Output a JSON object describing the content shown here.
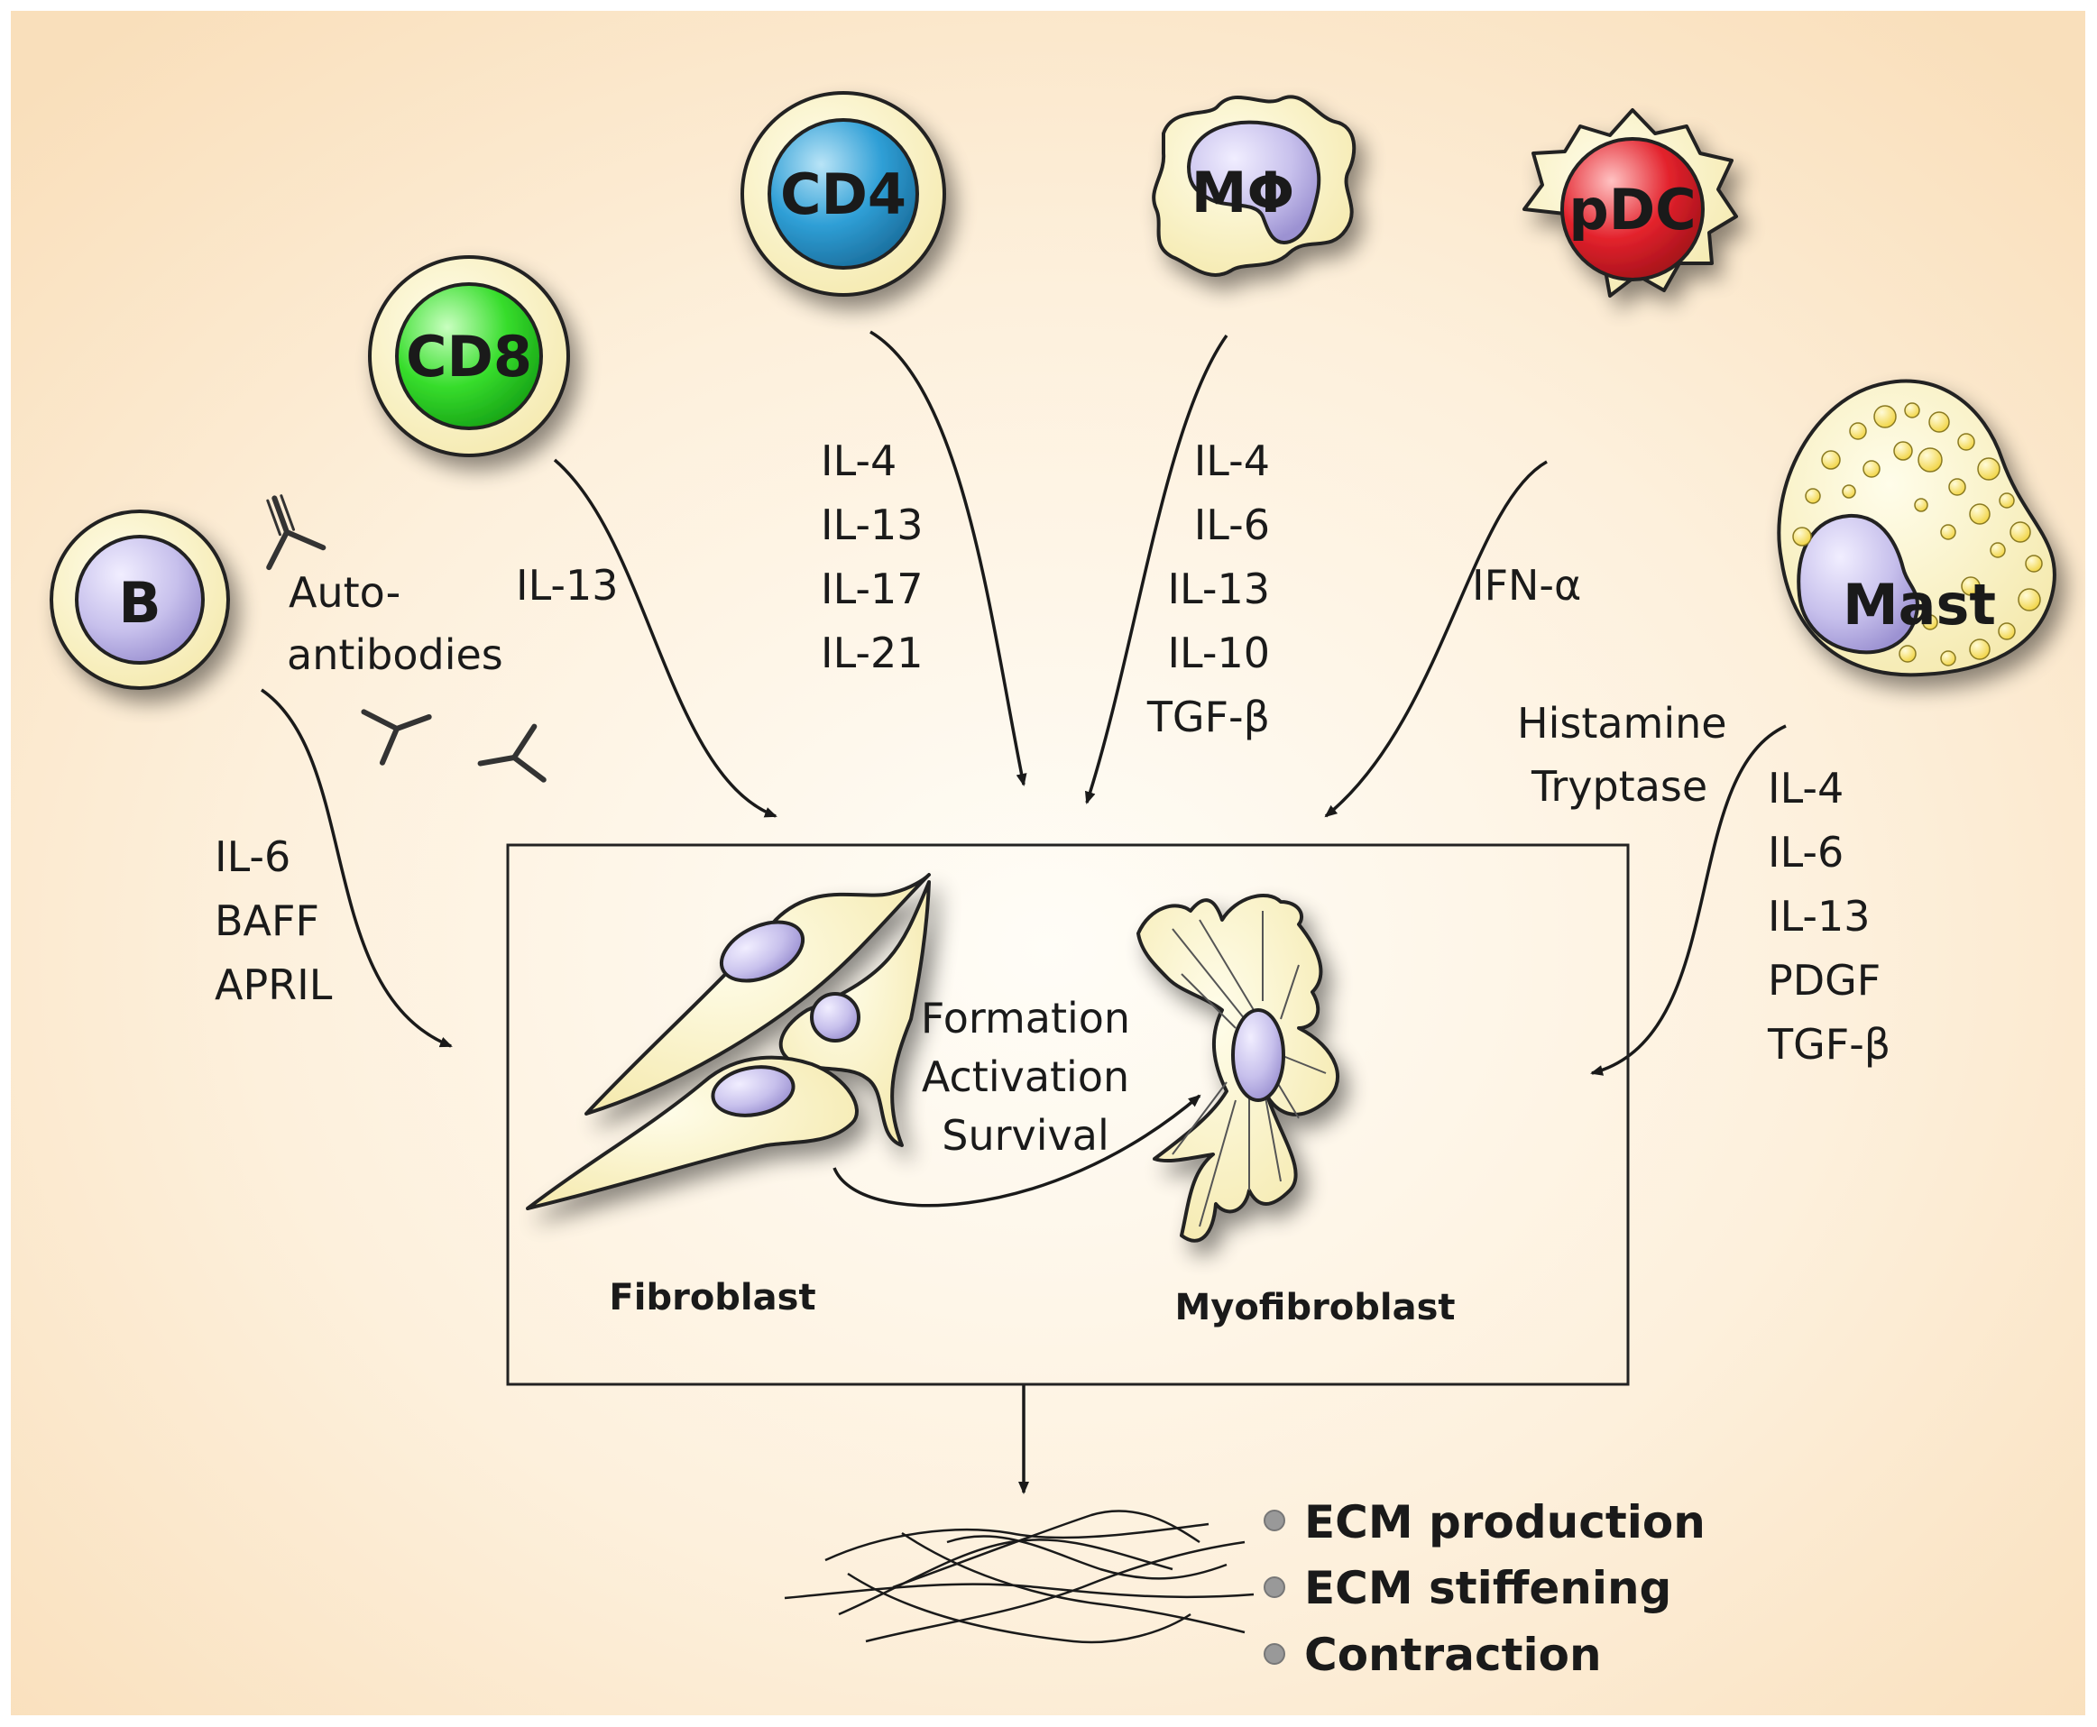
{
  "cells": {
    "b": "B",
    "cd8": "CD8",
    "cd4": "CD4",
    "macrophage": "MΦ",
    "pdc": "pDC",
    "mast": "Mast"
  },
  "autoantibodies": [
    "Auto-",
    "antibodies"
  ],
  "cytokines": {
    "b": [
      "IL-6",
      "BAFF",
      "APRIL"
    ],
    "cd8": [
      "IL-13"
    ],
    "cd4": [
      "IL-4",
      "IL-13",
      "IL-17",
      "IL-21"
    ],
    "macrophage": [
      "IL-4",
      "IL-6",
      "IL-13",
      "IL-10",
      "TGF-β"
    ],
    "pdc": [
      "IFN-α"
    ],
    "mast_mediators": [
      "Histamine",
      "Tryptase"
    ],
    "mast": [
      "IL-4",
      "IL-6",
      "IL-13",
      "PDGF",
      "TGF-β"
    ]
  },
  "transition": [
    "Formation",
    "Activation",
    "Survival"
  ],
  "fibroblast_label": "Fibroblast",
  "myofibroblast_label": "Myofibroblast",
  "outcomes": [
    "ECM production",
    "ECM stiffening",
    "Contraction"
  ],
  "colors": {
    "cd8": "#2fd92f",
    "cd4": "#2b9fd6",
    "pdc": "#e01f2b",
    "nucleus": "#c9c2ee",
    "cytoplasm": "#f8f2c0",
    "background": "#fbe6c8"
  }
}
